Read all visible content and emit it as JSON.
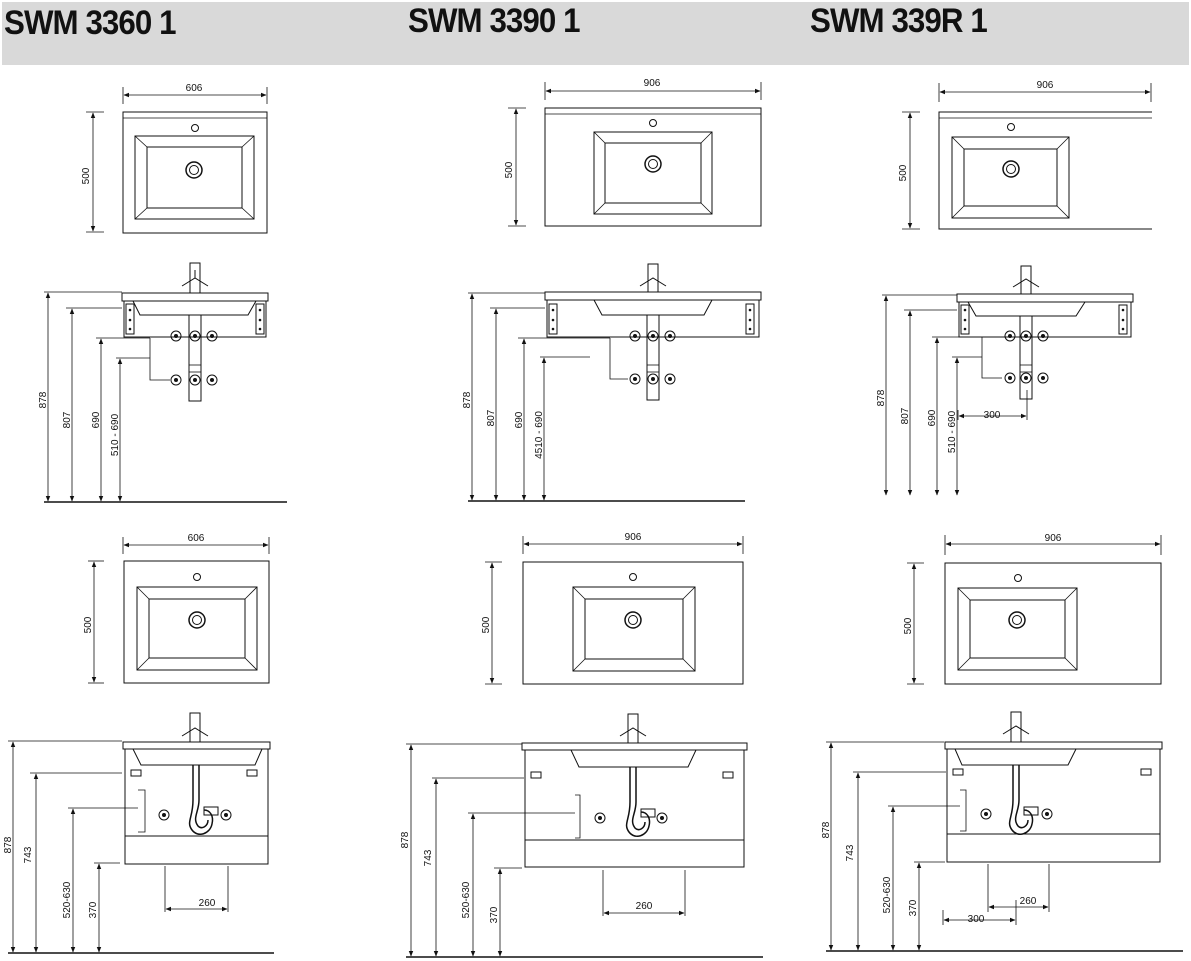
{
  "models": [
    {
      "title": "SWM 3360 1",
      "top_view": {
        "width": "606",
        "depth": "500"
      },
      "side_view": {
        "total": "878",
        "h1": "807",
        "h2": "690",
        "h3": "510 - 690"
      },
      "top_view_2": {
        "width": "606",
        "depth": "500"
      },
      "front_view": {
        "total": "878",
        "h1": "743",
        "h2": "520-630",
        "h3": "370",
        "drain": "260"
      }
    },
    {
      "title": "SWM 3390 1",
      "top_view": {
        "width": "906",
        "depth": "500"
      },
      "side_view": {
        "total": "878",
        "h1": "807",
        "h2": "690",
        "h3": "4510 - 690"
      },
      "top_view_2": {
        "width": "906",
        "depth": "500"
      },
      "front_view": {
        "total": "878",
        "h1": "743",
        "h2": "520-630",
        "h3": "370",
        "drain": "260"
      }
    },
    {
      "title": "SWM 339R 1",
      "top_view": {
        "width": "906",
        "depth": "500"
      },
      "side_view": {
        "total": "878",
        "h1": "807",
        "h2": "690",
        "h3": "510 - 690",
        "offset": "300"
      },
      "top_view_2": {
        "width": "906",
        "depth": "500"
      },
      "front_view": {
        "total": "878",
        "h1": "743",
        "h2": "520-630",
        "h3": "370",
        "drain": "260",
        "offset": "300"
      }
    }
  ]
}
